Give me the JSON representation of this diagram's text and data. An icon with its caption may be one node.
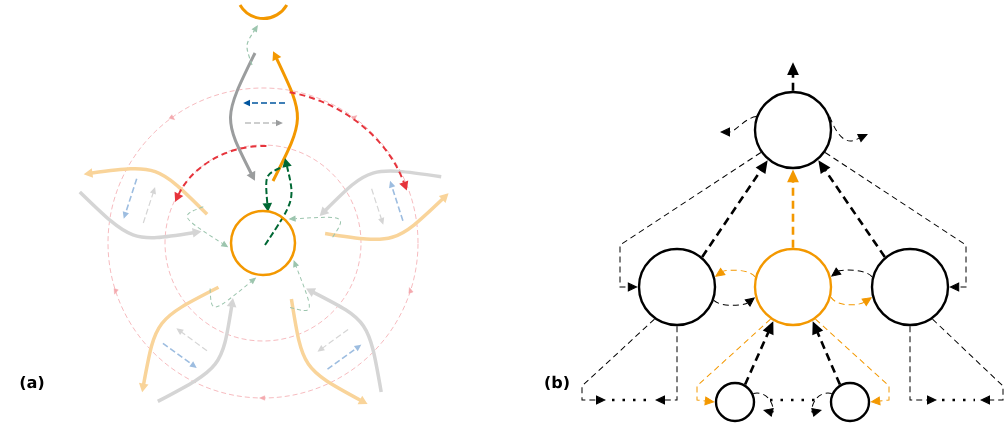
{
  "diagram": {
    "nodes": [
      {
        "text": [],
        "shape": "circle"
      },
      {
        "text": [],
        "shape": "circle"
      },
      {
        "text": [],
        "shape": "circle"
      },
      {
        "text": [],
        "shape": "circle"
      },
      {
        "text": [],
        "shape": "circle"
      },
      {
        "text": [],
        "shape": "circle"
      }
    ],
    "edges": [
      {
        "from": 0,
        "to": null,
        "arrow": "to",
        "style": "dashed"
      },
      {
        "from": 0,
        "to": null,
        "arrow": "to",
        "style": "dashed"
      },
      {
        "from": 0,
        "to": null,
        "arrow": "to",
        "style": "dashed"
      },
      {
        "from": 1,
        "to": 0,
        "arrow": "to",
        "style": "dashed"
      },
      {
        "from": 2,
        "to": 0,
        "arrow": "to",
        "style": "dashed",
        "color": "#f39800"
      },
      {
        "from": 3,
        "to": 0,
        "arrow": "to",
        "style": "dashed"
      },
      {
        "from": 0,
        "to": 1,
        "arrow": "to",
        "style": "dashed"
      },
      {
        "from": 0,
        "to": 3,
        "arrow": "to",
        "style": "dashed"
      },
      {
        "from": 1,
        "to": 2,
        "arrow": "to",
        "style": "dashed"
      },
      {
        "from": 2,
        "to": 1,
        "arrow": "to",
        "style": "dashed",
        "color": "#f39800"
      },
      {
        "from": 3,
        "to": 2,
        "arrow": "to",
        "style": "dashed"
      },
      {
        "from": 2,
        "to": 3,
        "arrow": "to",
        "style": "dashed",
        "color": "#f39800"
      },
      {
        "from": 1,
        "to": null,
        "arrow": "to",
        "style": "dashed"
      },
      {
        "from": 1,
        "to": null,
        "arrow": "to",
        "style": "dashed"
      },
      {
        "from": 3,
        "to": null,
        "arrow": "to",
        "style": "dashed"
      },
      {
        "from": 3,
        "to": null,
        "arrow": "to",
        "style": "dashed"
      },
      {
        "from": 4,
        "to": 2,
        "arrow": "to",
        "style": "dashed"
      },
      {
        "from": 5,
        "to": 2,
        "arrow": "to",
        "style": "dashed"
      },
      {
        "from": 2,
        "to": 4,
        "arrow": "to",
        "style": "dashed",
        "color": "#f39800"
      },
      {
        "from": 2,
        "to": 5,
        "arrow": "to",
        "style": "dashed",
        "color": "#f39800"
      },
      {
        "from": 4,
        "to": null,
        "arrow": "to",
        "style": "dashed"
      },
      {
        "from": 5,
        "to": null,
        "arrow": "to",
        "style": "dashed"
      }
    ],
    "labels": [
      "(a)",
      "(b)"
    ]
  }
}
